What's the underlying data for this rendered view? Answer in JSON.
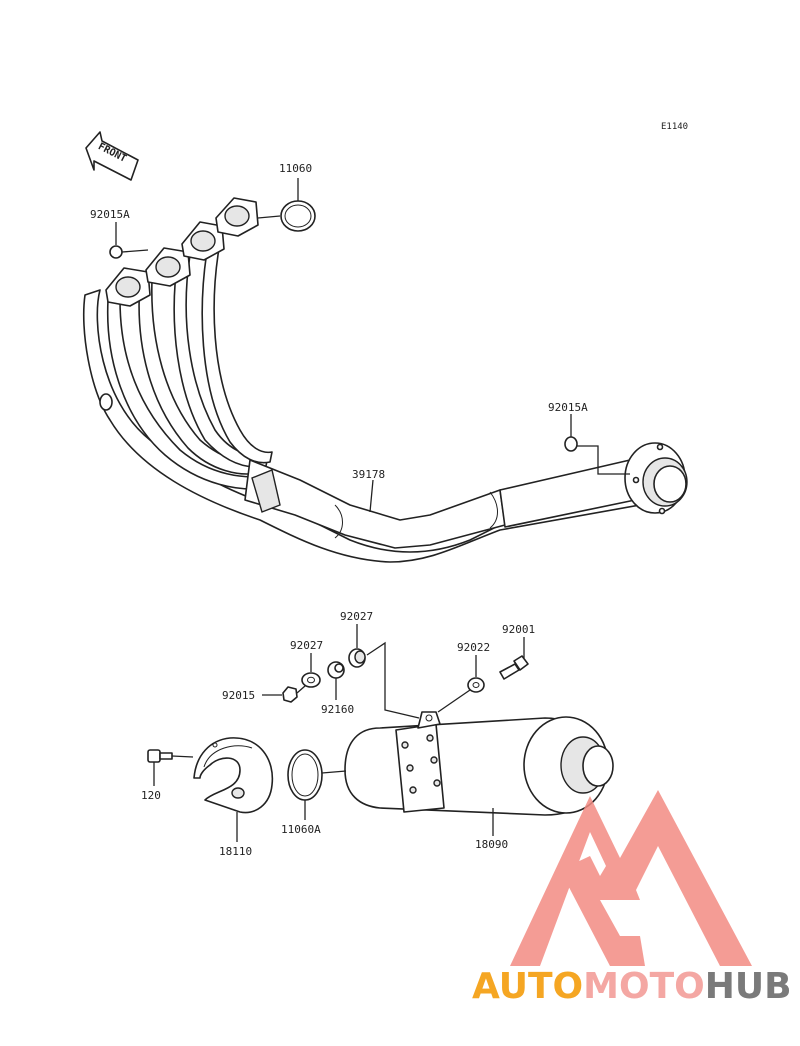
{
  "figure_code": "E1140",
  "front_marker": "FRONT",
  "parts": [
    {
      "id": "p11060",
      "label": "11060"
    },
    {
      "id": "p92015a-top",
      "label": "92015A"
    },
    {
      "id": "p92015a-right",
      "label": "92015A"
    },
    {
      "id": "p39178",
      "label": "39178"
    },
    {
      "id": "p92027-a",
      "label": "92027"
    },
    {
      "id": "p92027-b",
      "label": "92027"
    },
    {
      "id": "p92001",
      "label": "92001"
    },
    {
      "id": "p92022",
      "label": "92022"
    },
    {
      "id": "p92015",
      "label": "92015"
    },
    {
      "id": "p92160",
      "label": "92160"
    },
    {
      "id": "p120",
      "label": "120"
    },
    {
      "id": "p11060a",
      "label": "11060A"
    },
    {
      "id": "p18110",
      "label": "18110"
    },
    {
      "id": "p18090",
      "label": "18090"
    }
  ],
  "watermark": {
    "part1": "AUTO",
    "part2": "MOTO",
    "part3": "HUB",
    "color1": "#f5a623",
    "color2": "#f4a7a3",
    "color3": "#7a7a7a",
    "logo_color": "#f28b82"
  }
}
